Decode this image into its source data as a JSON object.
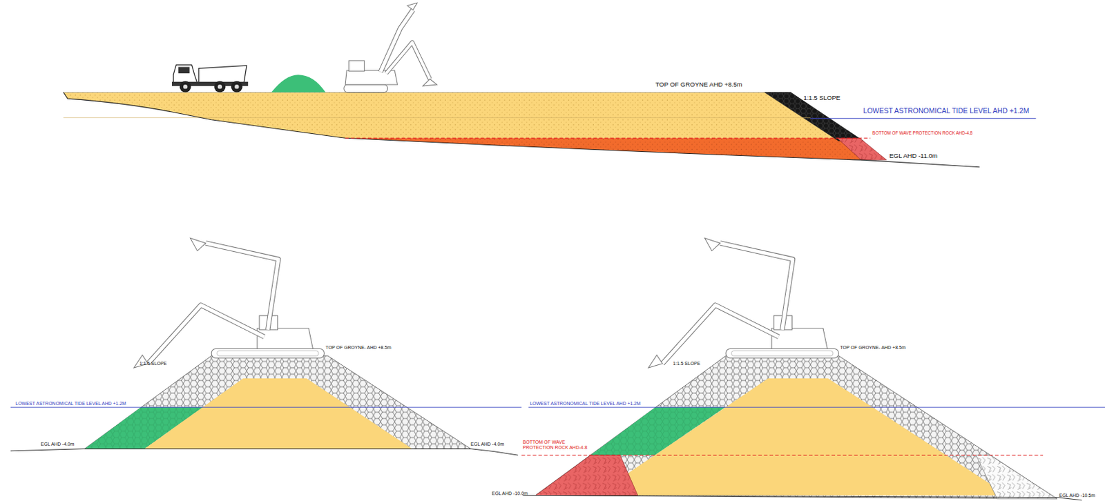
{
  "diagram": {
    "labels": [
      "TOP OF GROYNE AHD +8.5m",
      "1:1.5 SLOPE",
      "LOWEST ASTRONOMICAL TIDE LEVEL AHD +1.2M",
      "BOTTOM OF WAVE PROTECTION ROCK AHD-4.8",
      "EGL AHD -11.0m",
      "1:1.5 SLOPE",
      "TOP OF GROYNE- AHD +8.5m",
      "LOWEST ASTRONOMICAL TIDE LEVEL AHD +1.2M",
      "EGL AHD -4.0m",
      "EGL AHD -4.0m",
      "1:1.5 SLOPE",
      "TOP OF GROYNE- AHD +8.5m",
      "LOWEST ASTRONOMICAL TIDE LEVEL AHD +1.2M",
      "BOTTOM OF WAVE PROTECTION ROCK AHD-4.8",
      "EGL AHD -10.0m",
      "EGL AHD -10.5m"
    ]
  }
}
